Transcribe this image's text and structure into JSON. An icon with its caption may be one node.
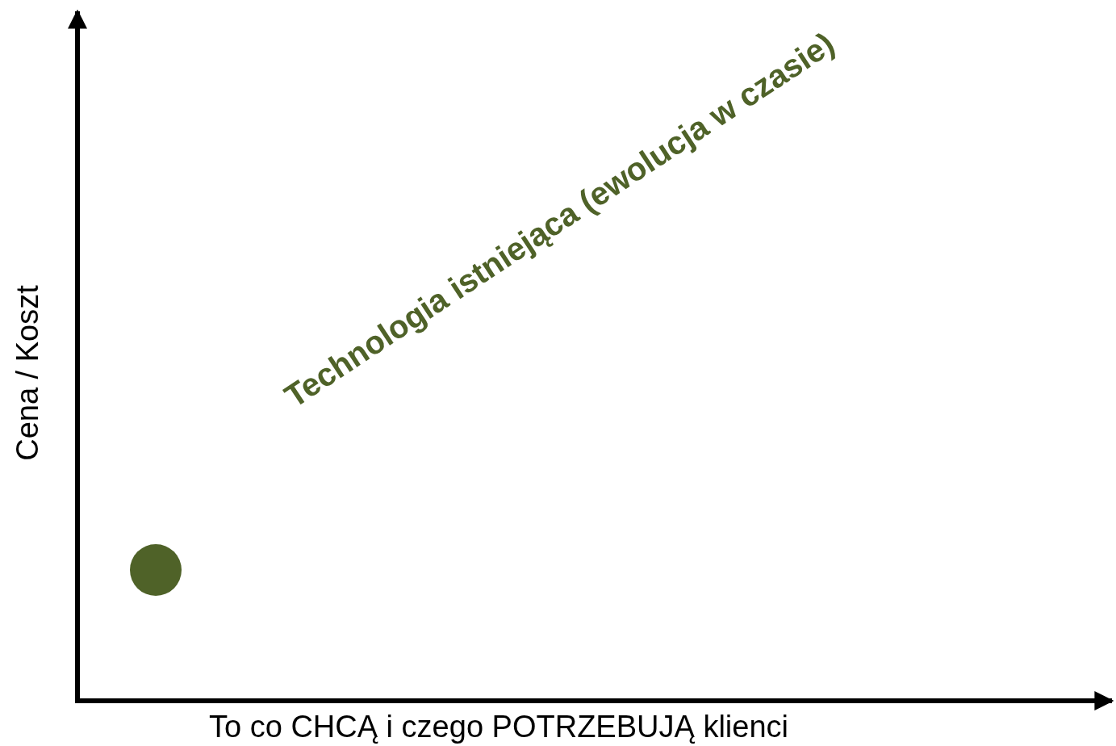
{
  "diagram": {
    "labels": [
      "Technologia istniejąca (ewolucja w czasie)",
      "Cena / Koszt",
      "To co CHCĄ i czego POTRZEBUJĄ klienci"
    ]
  }
}
